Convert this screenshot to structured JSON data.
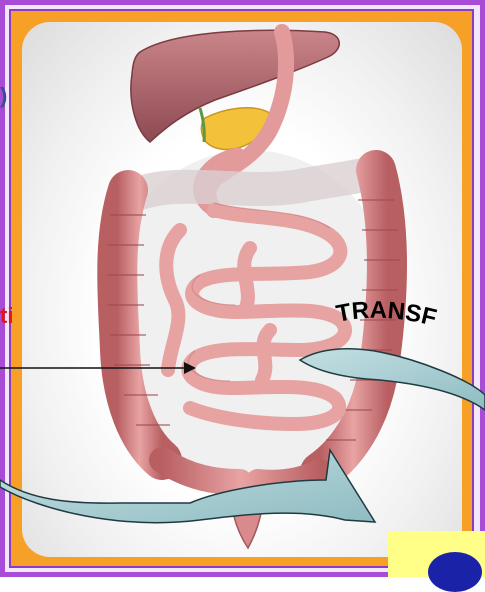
{
  "diagram": {
    "labels": {
      "transverse_fragment": "TRANSF",
      "left_fragment": "ti"
    },
    "colors": {
      "frame_border": "#a84bd6",
      "frame_fill": "#f7a028",
      "label_red": "#e0141e",
      "arrow_fill": "#a9cfd3",
      "organ_pink": "#e9a0a0",
      "liver": "#b06a70",
      "pancreas": "#f3c23a",
      "corner_box": "#ffff88",
      "corner_blob": "#1a23a8"
    },
    "icons": {
      "liver": "liver-shape",
      "stomach": "stomach-shape",
      "pancreas": "pancreas-shape",
      "colon": "colon-shape",
      "small_intestine": "small-intestine-shape"
    }
  }
}
